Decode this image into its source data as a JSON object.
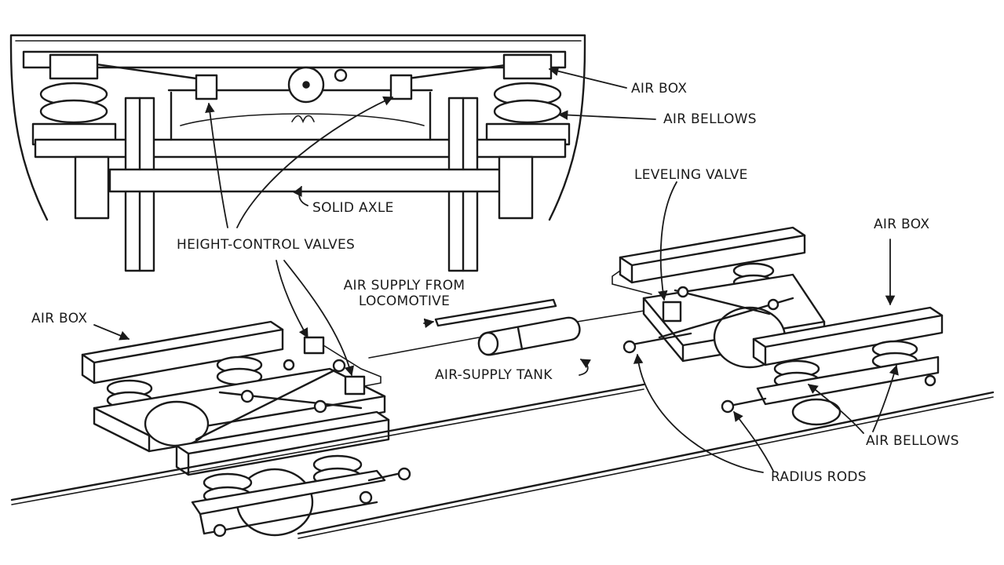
{
  "labels": {
    "air_box_top": "AIR BOX",
    "air_bellows_top": "AIR BELLOWS",
    "solid_axle": "SOLID AXLE",
    "leveling_valve": "LEVELING VALVE",
    "air_box_right": "AIR BOX",
    "height_control_valves": "HEIGHT-CONTROL VALVES",
    "air_supply_from_line1": "AIR SUPPLY FROM",
    "air_supply_from_line2": "LOCOMOTIVE",
    "air_box_left": "AIR BOX",
    "air_supply_tank": "AIR-SUPPLY TANK",
    "air_bellows_right": "AIR BELLOWS",
    "radius_rods": "RADIUS RODS"
  }
}
